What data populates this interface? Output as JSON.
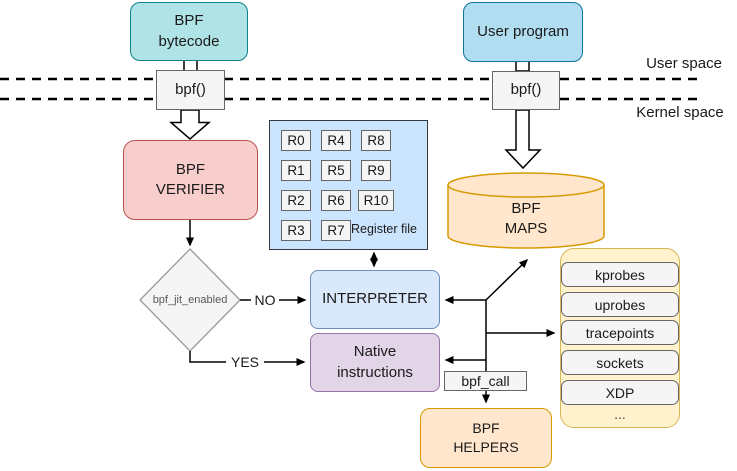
{
  "diagram": {
    "labels": {
      "user_space": "User space",
      "kernel_space": "Kernel space",
      "no": "NO",
      "yes": "YES"
    },
    "nodes": {
      "bpf_bytecode": "BPF\nbytecode",
      "user_program": "User program",
      "bpf_syscall_user": "bpf()",
      "bpf_syscall_kernel": "bpf()",
      "bpf_verifier": "BPF\nVERIFIER",
      "jit_decision": "bpf_jit_enabled",
      "interpreter": "INTERPRETER",
      "native_instructions": "Native\ninstructions",
      "bpf_maps": "BPF\nMAPS",
      "bpf_call": "bpf_call",
      "bpf_helpers": "BPF\nHELPERS"
    },
    "register_file": {
      "label": "Register file",
      "registers": [
        "R0",
        "R1",
        "R2",
        "R3",
        "R4",
        "R5",
        "R6",
        "R7",
        "R8",
        "R9",
        "R10"
      ]
    },
    "hooks": [
      "kprobes",
      "uprobes",
      "tracepoints",
      "sockets",
      "XDP",
      "..."
    ],
    "colors": {
      "teal_fill": "#b0e3e6",
      "teal_stroke": "#0e8088",
      "skyblue_fill": "#b1ddf0",
      "skyblue_stroke": "#10739e",
      "red_fill": "#f8cecc",
      "red_stroke": "#b85450",
      "blue_fill": "#dae8fc",
      "blue_stroke": "#6c8ebf",
      "purple_fill": "#e1d5e7",
      "purple_stroke": "#9673a6",
      "orange_fill": "#ffe6cc",
      "orange_stroke": "#d79b00",
      "yellow_fill": "#fff2cc",
      "yellow_stroke": "#d6b656",
      "gray_fill": "#f5f5f5",
      "gray_stroke": "#666666",
      "register_fill": "#cce5ff",
      "register_stroke": "#36393d"
    }
  }
}
